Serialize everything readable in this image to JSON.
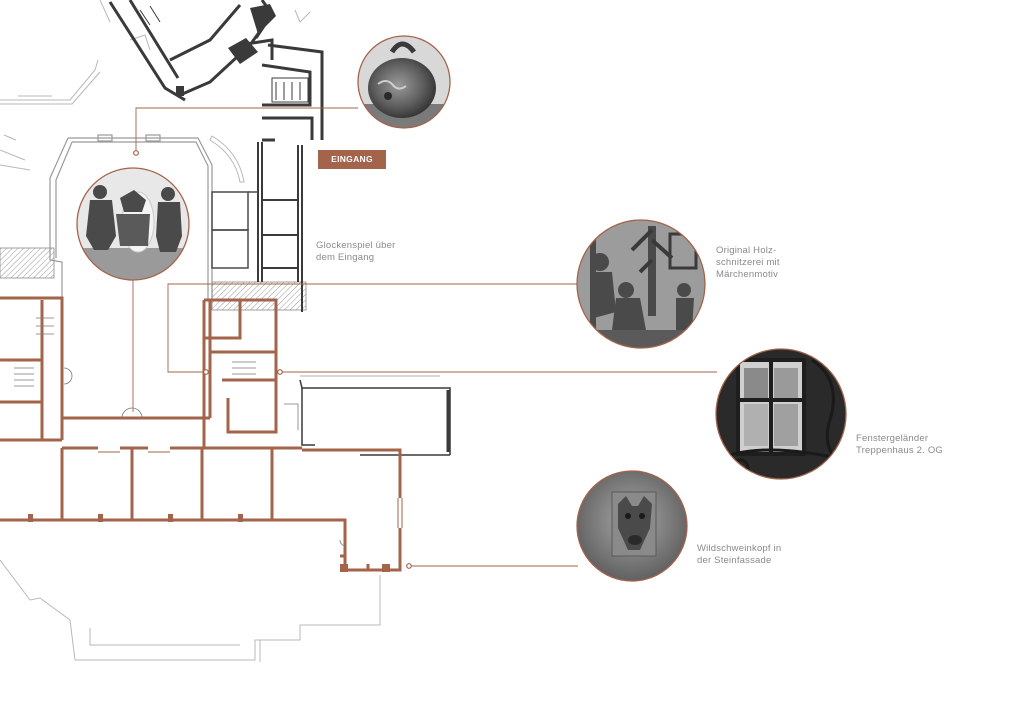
{
  "entrance": {
    "label": "EINGANG"
  },
  "callouts": [
    {
      "id": "glocke",
      "lines": [
        "Glockenspiel über",
        "dem Eingang"
      ]
    },
    {
      "id": "holz",
      "lines": [
        "Original Holz-",
        "schnitzerei mit",
        "Märchenmotiv"
      ]
    },
    {
      "id": "fenster",
      "lines": [
        "Fenstergeländer",
        "Treppenhaus 2. OG"
      ]
    },
    {
      "id": "wild",
      "lines": [
        "Wildschweinkopf in",
        "der Steinfassade"
      ]
    }
  ],
  "colors": {
    "accent": "#a4634b",
    "wall_dark": "#3a3a3a",
    "wall_light": "#b5b5b5",
    "label_text": "#8a8a8a"
  },
  "photos": [
    {
      "name": "bell-photo",
      "subject": "bell"
    },
    {
      "name": "glockenspiel-photo",
      "subject": "dancing figures"
    },
    {
      "name": "woodcarving-photo",
      "subject": "fairy tale carving"
    },
    {
      "name": "window-railing-photo",
      "subject": "window railing"
    },
    {
      "name": "boar-head-photo",
      "subject": "boar head"
    }
  ]
}
